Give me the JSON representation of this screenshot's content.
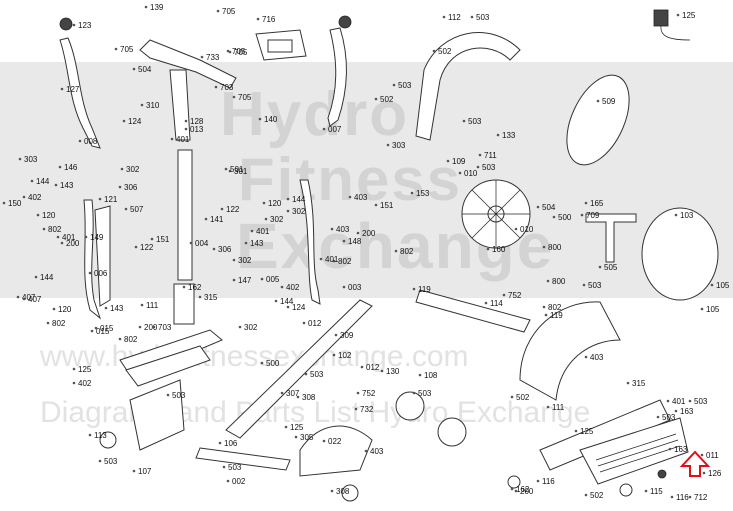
{
  "watermark": {
    "line1": "Hydro",
    "line2": "Fitness",
    "line3": "Exchange",
    "line4": "www.hydrofitnessexchange.com",
    "line5": "Diagrams and Parts List Hydro Exchange"
  },
  "highlight_color": "#e0101a",
  "callouts": [
    "123",
    "127",
    "008",
    "303",
    "150",
    "402",
    "144",
    "120",
    "143",
    "802",
    "407",
    "015",
    "200",
    "401",
    "306",
    "146",
    "121",
    "507",
    "149",
    "122",
    "151",
    "006",
    "144",
    "407",
    "120",
    "802",
    "143",
    "015",
    "802",
    "200",
    "139",
    "705",
    "504",
    "705",
    "310",
    "124",
    "128",
    "401",
    "013",
    "302",
    "141",
    "301",
    "122",
    "501",
    "004",
    "111",
    "703",
    "162",
    "315",
    "125",
    "402",
    "503",
    "113",
    "107",
    "503",
    "716",
    "705",
    "733",
    "705",
    "703",
    "705",
    "140",
    "007",
    "302",
    "144",
    "401",
    "120",
    "302",
    "143",
    "802",
    "148",
    "200",
    "401",
    "151",
    "403",
    "403",
    "306",
    "005",
    "144",
    "302",
    "802",
    "147",
    "402",
    "302",
    "124",
    "012",
    "309",
    "102",
    "012",
    "752",
    "732",
    "500",
    "752",
    "003",
    "119",
    "114",
    "503",
    "308",
    "022",
    "106",
    "503",
    "002",
    "403",
    "308",
    "503",
    "112",
    "502",
    "502",
    "503",
    "303",
    "509",
    "503",
    "133",
    "109",
    "711",
    "160",
    "010",
    "153",
    "503",
    "504",
    "010",
    "500",
    "165",
    "800",
    "505",
    "709",
    "103",
    "800",
    "503",
    "802",
    "105",
    "105",
    "119",
    "108",
    "503",
    "130",
    "307",
    "125",
    "305",
    "111",
    "403",
    "401",
    "503",
    "502",
    "503",
    "163",
    "315",
    "125",
    "163",
    "011",
    "115",
    "162",
    "116",
    "200",
    "502",
    "126",
    "125",
    "116",
    "712"
  ]
}
